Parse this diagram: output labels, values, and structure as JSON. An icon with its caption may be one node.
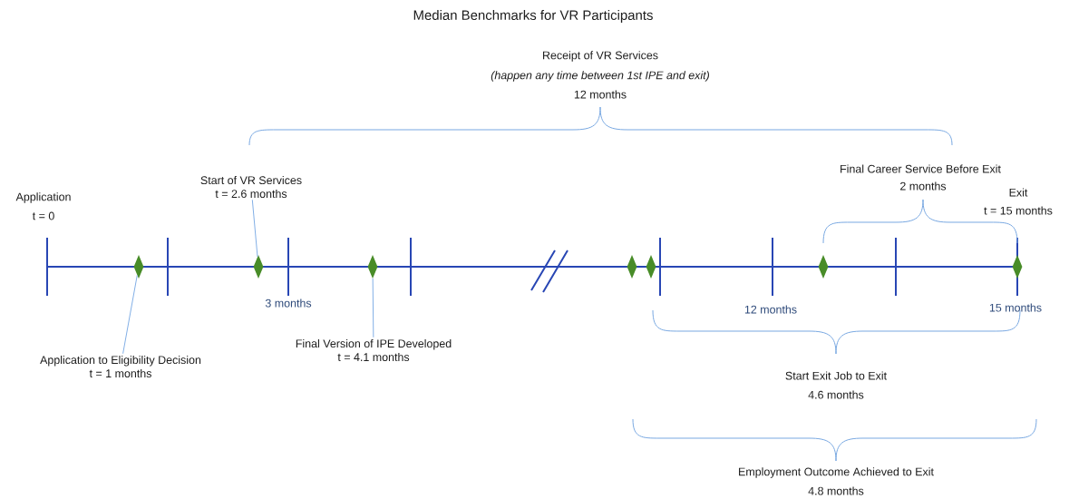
{
  "diagram": {
    "title": "Median Benchmarks for VR Participants",
    "nodes": [
      {
        "text": [
          "Start of VR Services",
          "t = 2.6 months"
        ]
      },
      {
        "text": [
          "Application to Eligibility Decision",
          "t = 1 months"
        ]
      },
      {
        "text": [
          "Final Version of IPE Developed",
          "t = 4.1 months"
        ]
      },
      {
        "text": [],
        "shape": "diamond"
      },
      {
        "text": [],
        "shape": "diamond"
      },
      {
        "text": [],
        "shape": "diamond"
      },
      {
        "text": [],
        "shape": "diamond"
      },
      {
        "text": [],
        "shape": "diamond"
      },
      {
        "text": [],
        "shape": "diamond"
      },
      {
        "text": [],
        "shape": "diamond"
      }
    ],
    "edges": [
      {
        "from": 1,
        "to": 3,
        "arrow": "none"
      },
      {
        "from": 0,
        "to": 4,
        "arrow": "none"
      },
      {
        "from": 2,
        "to": 5,
        "arrow": "none"
      }
    ],
    "labels": [
      "Receipt of VR Services",
      "(happen any time between 1st IPE and exit)",
      "12 months",
      "Application",
      "t = 0",
      "Final Career Service Before Exit",
      "2 months",
      "Exit",
      "t = 15 months",
      "3 months",
      "12 months",
      "15 months",
      "Start Exit Job to Exit",
      "4.6 months",
      "Employment Outcome Achieved to Exit",
      "4.8 months"
    ]
  }
}
